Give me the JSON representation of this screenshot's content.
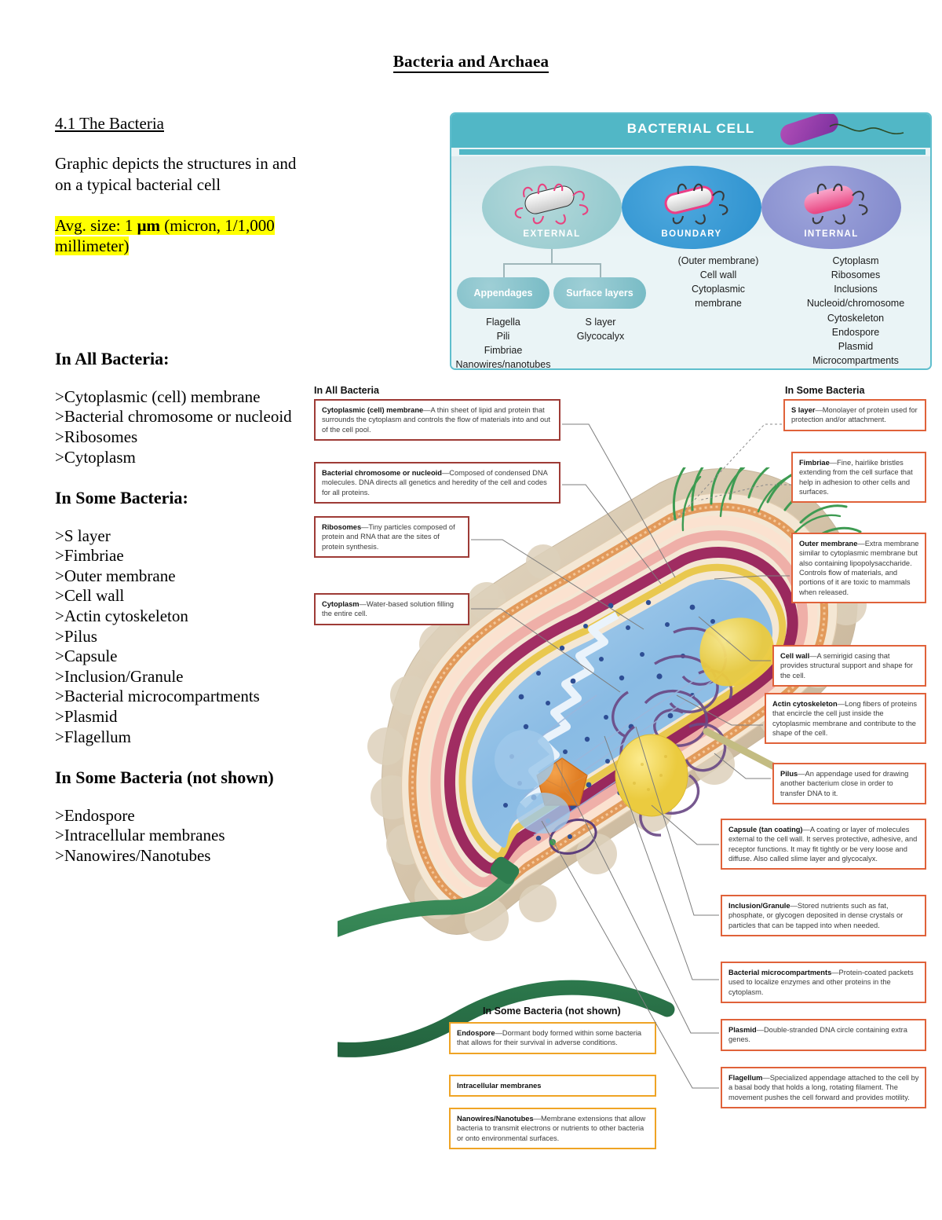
{
  "document": {
    "title": "Bacteria and Archaea"
  },
  "left_column": {
    "section_heading": "4.1 The Bacteria",
    "intro_paragraph": "Graphic depicts the structures in and on a typical bacterial cell",
    "size_note_prefix": "Avg. size: 1 ",
    "size_note_unit": "μm",
    "size_note_suffix": " (micron, 1/1,000 millimeter)",
    "in_all_heading": "In All Bacteria:",
    "in_all_items": [
      ">Cytoplasmic (cell) membrane",
      ">Bacterial chromosome or nucleoid",
      ">Ribosomes",
      ">Cytoplasm"
    ],
    "in_some_heading": "In Some Bacteria:",
    "in_some_items": [
      ">S layer",
      ">Fimbriae",
      ">Outer membrane",
      ">Cell wall",
      ">Actin cytoskeleton",
      ">Pilus",
      ">Capsule",
      ">Inclusion/Granule",
      ">Bacterial microcompartments",
      ">Plasmid",
      ">Flagellum"
    ],
    "not_shown_heading": "In Some Bacteria (not shown)",
    "not_shown_items": [
      ">Endospore",
      ">Intracellular membranes",
      ">Nanowires/Nanotubes"
    ]
  },
  "flow_panel": {
    "title": "BACTERIAL CELL",
    "categories": [
      {
        "label": "EXTERNAL"
      },
      {
        "label": "BOUNDARY"
      },
      {
        "label": "INTERNAL"
      }
    ],
    "pills": [
      {
        "label": "Appendages"
      },
      {
        "label": "Surface layers"
      }
    ],
    "appendages_list": [
      "Flagella",
      "Pili",
      "Fimbriae",
      "Nanowires/nanotubes"
    ],
    "surface_layers_list": [
      "S layer",
      "Glycocalyx"
    ],
    "boundary_list": [
      "(Outer membrane)",
      "Cell wall",
      "Cytoplasmic",
      "membrane"
    ],
    "internal_list": [
      "Cytoplasm",
      "Ribosomes",
      "Inclusions",
      "Nucleoid/chromosome",
      "Cytoskeleton",
      "Endospore",
      "Plasmid",
      "Microcompartments"
    ]
  },
  "figure": {
    "heading_in_all": "In All Bacteria",
    "heading_in_some": "In Some Bacteria",
    "heading_not_shown": "In Some Bacteria (not shown)",
    "callouts_in_all": [
      {
        "term": "Cytoplasmic (cell) membrane",
        "text": "—A thin sheet of lipid and protein that surrounds the cytoplasm and controls the flow of materials into and out of the cell pool."
      },
      {
        "term": "Bacterial chromosome or nucleoid",
        "text": "—Composed of condensed DNA molecules. DNA directs all genetics and heredity of the cell and codes for all proteins."
      },
      {
        "term": "Ribosomes",
        "text": "—Tiny particles composed of protein and RNA that are the sites of protein synthesis."
      },
      {
        "term": "Cytoplasm",
        "text": "—Water-based solution filling the entire cell."
      }
    ],
    "callouts_in_some": [
      {
        "term": "S layer",
        "text": "—Monolayer of protein used for protection and/or attachment."
      },
      {
        "term": "Fimbriae",
        "text": "—Fine, hairlike bristles extending from the cell surface that help in adhesion to other cells and surfaces."
      },
      {
        "term": "Outer membrane",
        "text": "—Extra membrane similar to cytoplasmic membrane but also containing lipopolysaccharide. Controls flow of materials, and portions of it are toxic to mammals when released."
      },
      {
        "term": "Cell wall",
        "text": "—A semirigid casing that provides structural support and shape for the cell."
      },
      {
        "term": "Actin cytoskeleton",
        "text": "—Long fibers of proteins that encircle the cell just inside the cytoplasmic membrane and contribute to the shape of the cell."
      },
      {
        "term": "Pilus",
        "text": "—An appendage used for drawing another bacterium close in order to transfer DNA to it."
      },
      {
        "term": "Capsule (tan coating)",
        "text": "—A coating or layer of molecules external to the cell wall. It serves protective, adhesive, and receptor functions. It may fit tightly or be very loose and diffuse. Also called slime layer and glycocalyx."
      },
      {
        "term": "Inclusion/Granule",
        "text": "—Stored nutrients such as fat, phosphate, or glycogen deposited in dense crystals or particles that can be tapped into when needed."
      },
      {
        "term": "Bacterial microcompartments",
        "text": "—Protein-coated packets used to localize enzymes and other proteins in the cytoplasm."
      },
      {
        "term": "Plasmid",
        "text": "—Double-stranded DNA circle containing extra genes."
      },
      {
        "term": "Flagellum",
        "text": "—Specialized appendage attached to the cell by a basal body that holds a long, rotating filament. The movement pushes the cell forward and provides motility."
      }
    ],
    "callouts_not_shown": [
      {
        "term": "Endospore",
        "text": "—Dormant body formed within some bacteria that allows for their survival in adverse conditions."
      },
      {
        "term": "Intracellular membranes",
        "text": ""
      },
      {
        "term": "Nanowires/Nanotubes",
        "text": "—Membrane extensions that allow bacteria to transmit electrons or nutrients to other bacteria or onto environmental surfaces."
      }
    ]
  },
  "colors": {
    "highlight": "#FFFF00",
    "panel_teal": "#51B7C6",
    "panel_bg": "#EAF4F6",
    "callout_red": "#9E3B36",
    "callout_orange": "#E0623A",
    "callout_amber": "#EFA425",
    "flagellum_green": "#2E7D4F",
    "fimbriae_green": "#3E9B52",
    "capsule_tan": "#D9C7AE",
    "cytoplasm_blue": "#8FC0E8"
  }
}
